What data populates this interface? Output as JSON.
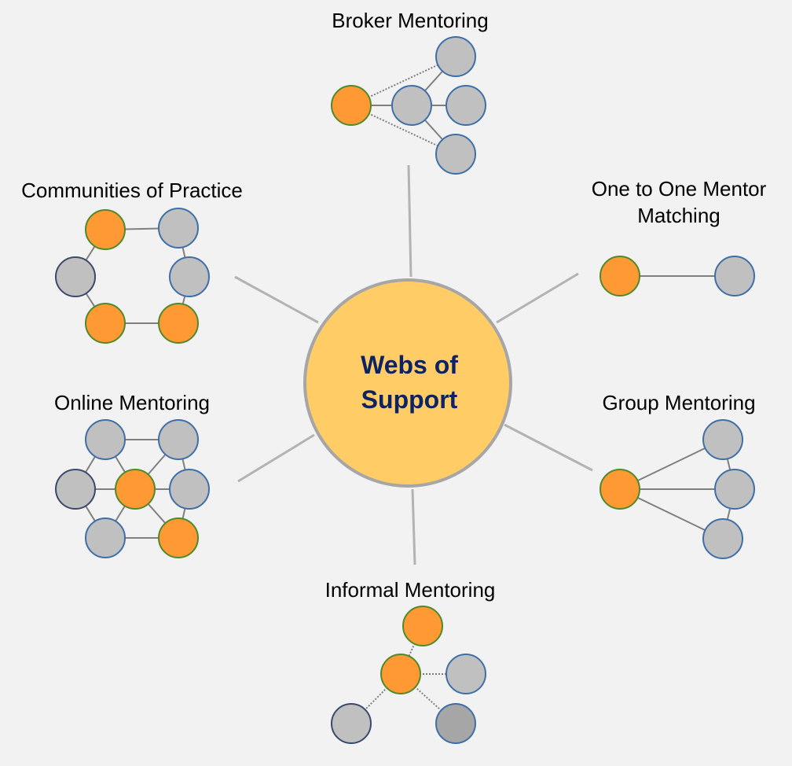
{
  "title": "Webs of Support",
  "center": {
    "line1": "Webs of",
    "line2": "Support",
    "fill": "#ffcc66",
    "stroke": "#a6a6a6",
    "text_color": "#0c2461"
  },
  "colors": {
    "background": "#f2f2f2",
    "mentee_fill": "#ff9933",
    "mentee_stroke": "#4f8a2b",
    "mentor_fill": "#c0c0c0",
    "mentor_stroke": "#3f6fa8",
    "dark_stroke": "#3b4a6b",
    "mentor_dark_fill": "#a6a6a6",
    "edge": "#7f7f7f",
    "spoke": "#b3b3b3"
  },
  "models": [
    {
      "id": "broker",
      "label": "Broker Mentoring"
    },
    {
      "id": "communities",
      "label": "Communities of Practice"
    },
    {
      "id": "one-to-one",
      "label_line1": "One to One Mentor",
      "label_line2": "Matching"
    },
    {
      "id": "online",
      "label": "Online Mentoring"
    },
    {
      "id": "group",
      "label": "Group Mentoring"
    },
    {
      "id": "informal",
      "label": "Informal Mentoring"
    }
  ]
}
